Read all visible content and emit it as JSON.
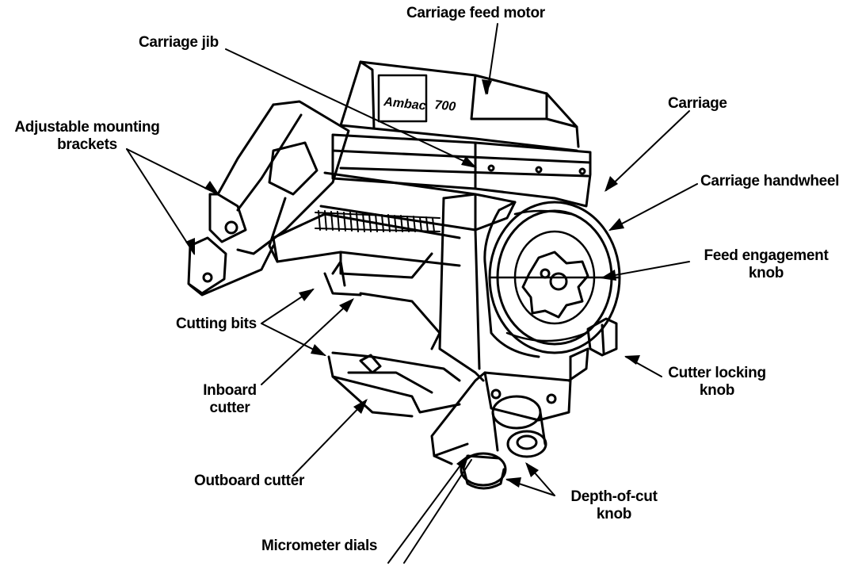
{
  "diagram": {
    "labels": {
      "carriage_feed_motor": "Carriage feed motor",
      "carriage_jib": "Carriage jib",
      "adjustable_mounting_brackets": [
        "Adjustable mounting",
        "brackets"
      ],
      "carriage": "Carriage",
      "carriage_handwheel": "Carriage handwheel",
      "feed_engagement_knob": [
        "Feed engagement",
        "knob"
      ],
      "cutting_bits": "Cutting bits",
      "inboard_cutter": [
        "Inboard",
        "cutter"
      ],
      "cutter_locking_knob": [
        "Cutter locking",
        "knob"
      ],
      "outboard_cutter": "Outboard cutter",
      "depth_of_cut_knob": [
        "Depth-of-cut",
        "knob"
      ],
      "micrometer_dials": "Micrometer dials"
    },
    "plate_text": {
      "brand": "Ambac",
      "model": "700"
    }
  }
}
